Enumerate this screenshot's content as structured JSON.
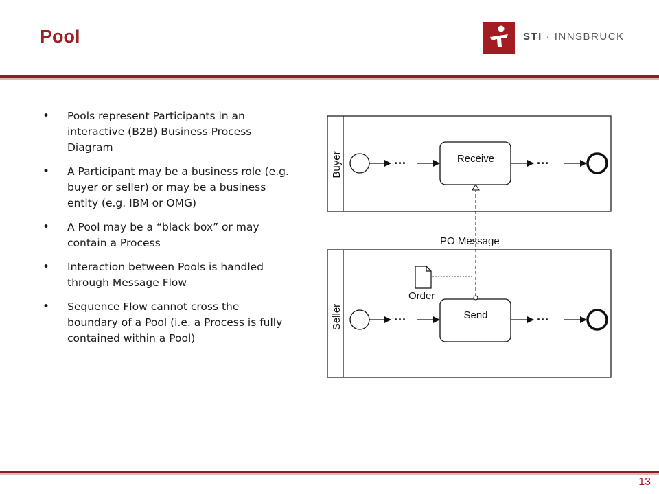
{
  "slide": {
    "title": "Pool",
    "page_number": "13"
  },
  "logo": {
    "brand": "STI",
    "separator": " · ",
    "location": "INNSBRUCK"
  },
  "bullets": [
    "Pools represent Participants in an interactive (B2B) Business Process Diagram",
    "A Participant may be a business role (e.g. buyer or seller) or may be a business entity (e.g. IBM or OMG)",
    "A Pool may be a “black box” or may contain a Process",
    "Interaction between Pools is handled through Message Flow",
    "Sequence Flow cannot cross the boundary of a Pool (i.e. a Process is fully contained within a Pool)"
  ],
  "diagram": {
    "buyer_pool_label": "Buyer",
    "seller_pool_label": "Seller",
    "receive_task": "Receive",
    "send_task": "Send",
    "message_label": "PO Message",
    "data_object_label": "Order",
    "ellipsis": "···"
  },
  "colors": {
    "accent": "#9b2226",
    "rule": "#8c1f23"
  }
}
